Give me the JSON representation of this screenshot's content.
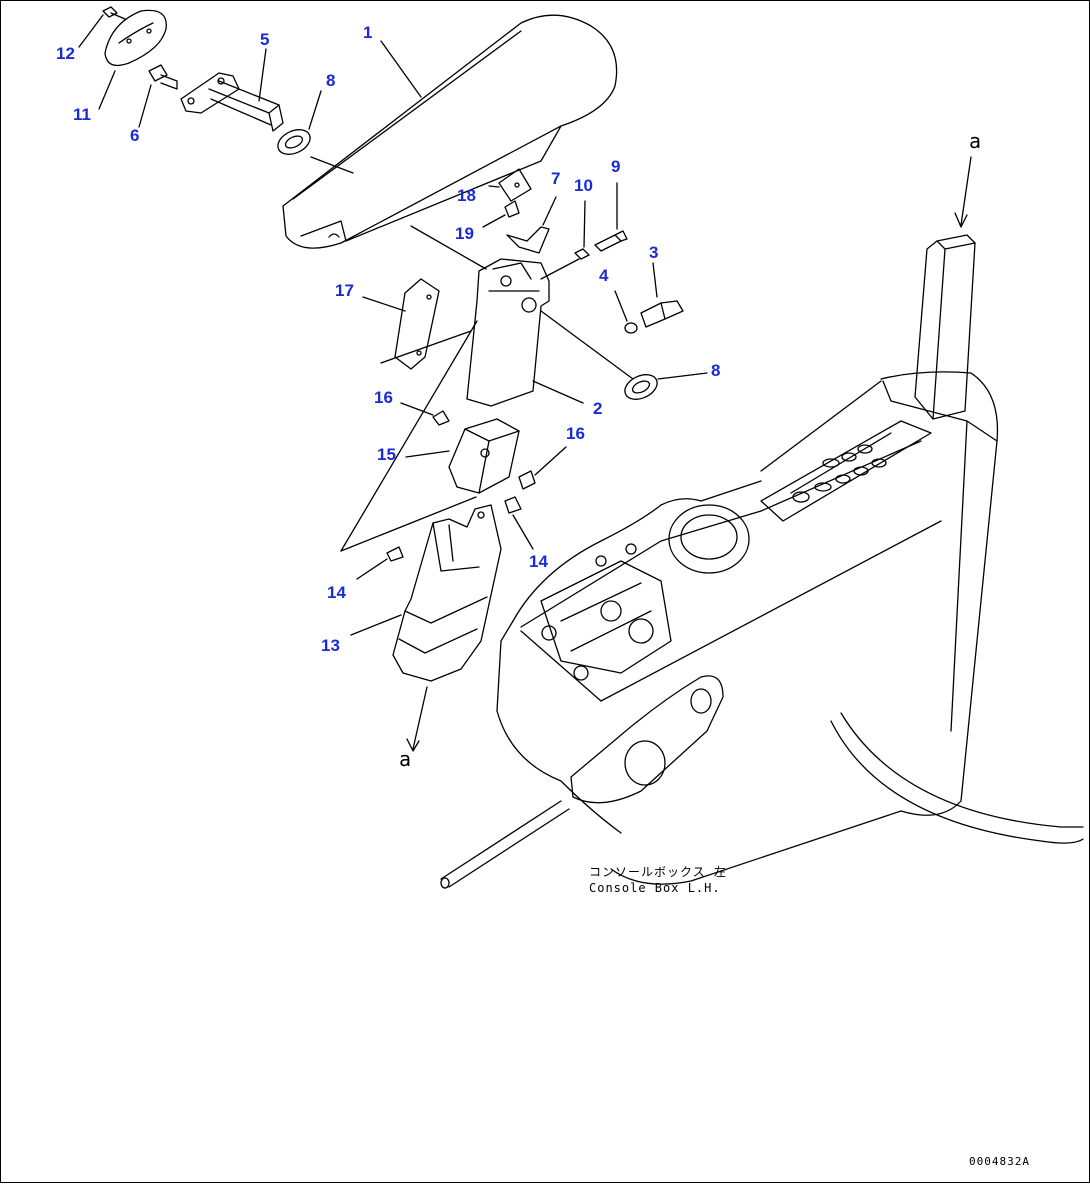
{
  "part_labels": [
    {
      "id": "p1",
      "text": "1"
    },
    {
      "id": "p2",
      "text": "2"
    },
    {
      "id": "p3",
      "text": "3"
    },
    {
      "id": "p4",
      "text": "4"
    },
    {
      "id": "p5",
      "text": "5"
    },
    {
      "id": "p6",
      "text": "6"
    },
    {
      "id": "p7",
      "text": "7"
    },
    {
      "id": "p8a",
      "text": "8"
    },
    {
      "id": "p8b",
      "text": "8"
    },
    {
      "id": "p9",
      "text": "9"
    },
    {
      "id": "p10",
      "text": "10"
    },
    {
      "id": "p11",
      "text": "11"
    },
    {
      "id": "p12",
      "text": "12"
    },
    {
      "id": "p13",
      "text": "13"
    },
    {
      "id": "p14a",
      "text": "14"
    },
    {
      "id": "p14b",
      "text": "14"
    },
    {
      "id": "p15",
      "text": "15"
    },
    {
      "id": "p16a",
      "text": "16"
    },
    {
      "id": "p16b",
      "text": "16"
    },
    {
      "id": "p17",
      "text": "17"
    },
    {
      "id": "p18",
      "text": "18"
    },
    {
      "id": "p19",
      "text": "19"
    }
  ],
  "view_marker": "a",
  "caption": {
    "japanese": "コンソールボックス 左",
    "english": "Console Box L.H."
  },
  "drawing_code": "0004832A",
  "colors": {
    "label": "#1a2bd6",
    "line": "#000000",
    "background": "#ffffff"
  }
}
